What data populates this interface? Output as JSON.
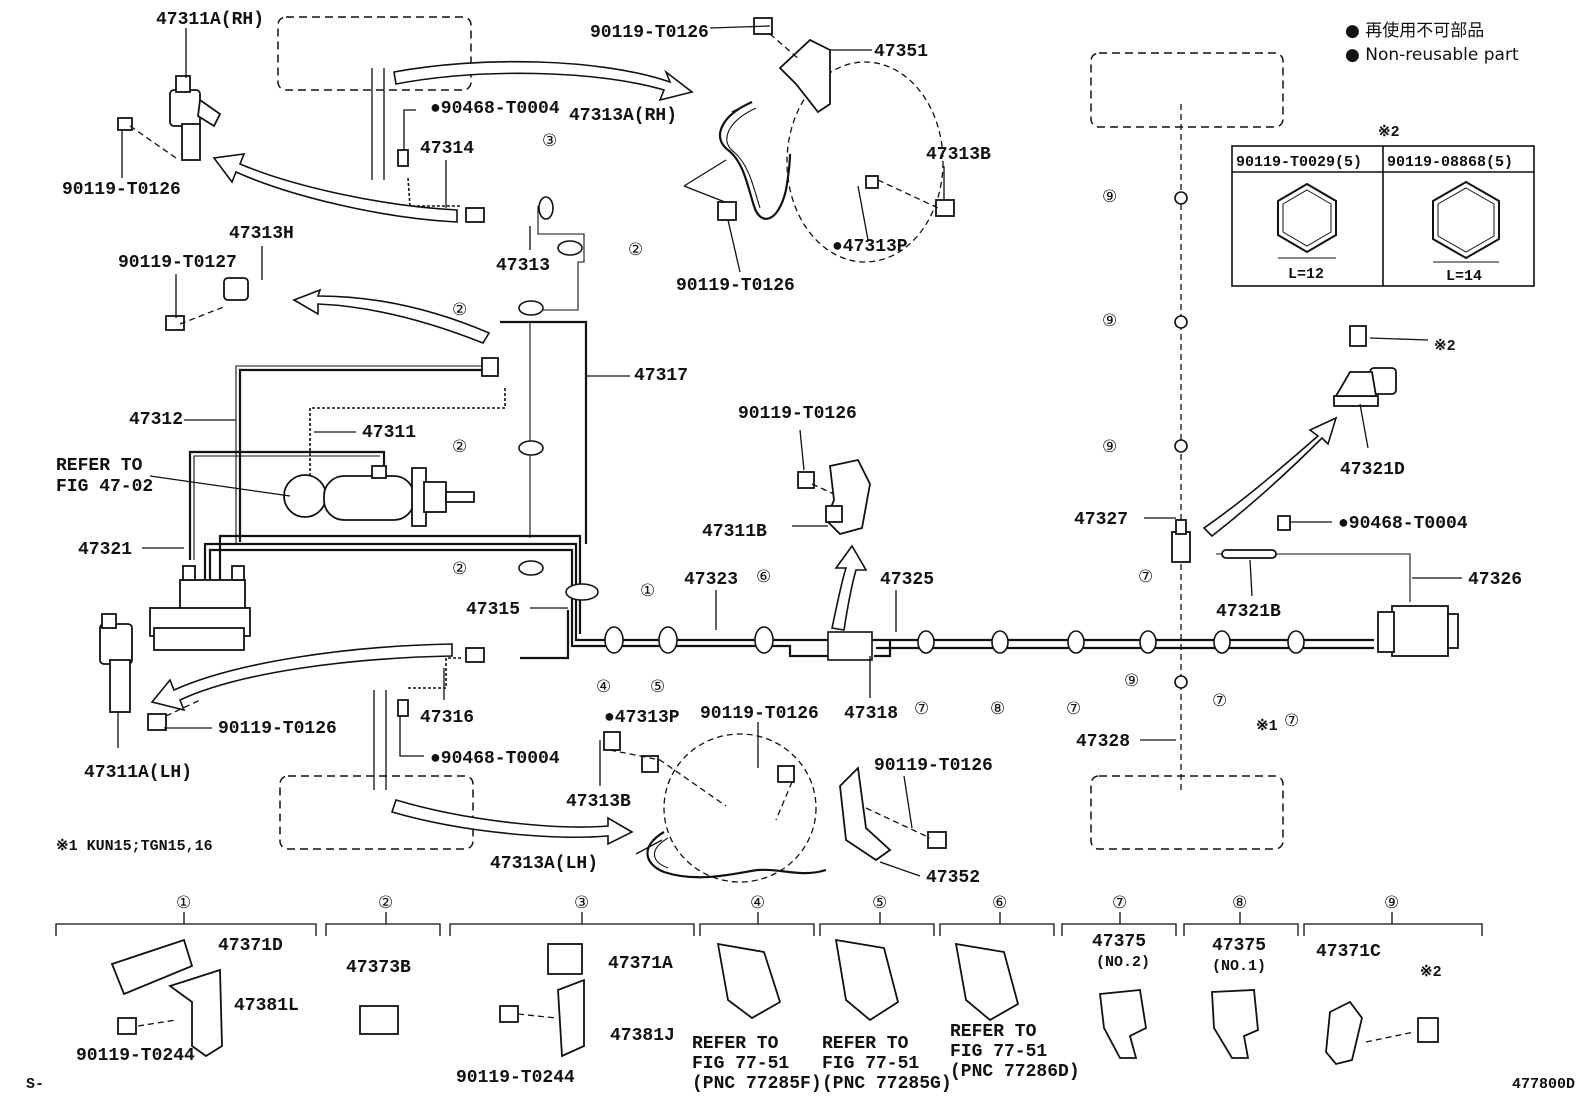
{
  "legend": {
    "non_reusable_ja": "● 再使用不可部品",
    "non_reusable_en": "● Non-reusable part"
  },
  "labels": {
    "p47311A_RH": "47311A(RH)",
    "p47311A_LH": "47311A(LH)",
    "p47313A_RH": "47313A(RH)",
    "p47313A_LH": "47313A(LH)",
    "p47351": "47351",
    "p47352": "47352",
    "p47313B_top": "47313B",
    "p47313B_bottom": "47313B",
    "p47313P_top": "●47313P",
    "p47313P_bottom": "●47313P",
    "p90468_top": "●90468-T0004",
    "p90468_mid": "●90468-T0004",
    "p90468_right": "●90468-T0004",
    "p47314": "47314",
    "p47313": "47313",
    "p47313H": "47313H",
    "p90119_T0127": "90119-T0127",
    "p47312": "47312",
    "p47311": "47311",
    "refer_fig_1": "REFER TO",
    "refer_fig_2": "FIG 47-02",
    "p47317": "47317",
    "p47321": "47321",
    "p47315": "47315",
    "p47316": "47316",
    "p47323": "47323",
    "p47325": "47325",
    "p47318": "47318",
    "p47311B": "47311B",
    "p47327": "47327",
    "p47328": "47328",
    "p47326": "47326",
    "p47321B": "47321B",
    "p47321D": "47321D",
    "t0126_1": "90119-T0126",
    "t0126_2": "90119-T0126",
    "t0126_3": "90119-T0126",
    "t0126_4": "90119-T0126",
    "t0126_5": "90119-T0126",
    "t0126_6": "90119-T0126",
    "t0126_7": "90119-T0126",
    "note_x1": "※1 KUN15;TGN15,16",
    "note_x1_mark": "※1",
    "note_x2_top": "※2",
    "note_x2_side": "※2",
    "diagram_id": "477800D",
    "s_mark": "S-"
  },
  "bolt_table": {
    "headers": [
      "90119-T0029(5)",
      "90119-08868(5)"
    ],
    "lengths": [
      "L=12",
      "L=14"
    ]
  },
  "callouts": [
    "①",
    "②",
    "③",
    "④",
    "⑤",
    "⑥",
    "⑦",
    "⑧",
    "⑨"
  ],
  "bottom": {
    "p47371D": "47371D",
    "p47381L": "47381L",
    "t0244_1": "90119-T0244",
    "p47373B": "47373B",
    "p47371A": "47371A",
    "p47381J": "47381J",
    "t0244_2": "90119-T0244",
    "refer_4": [
      "REFER TO",
      "FIG 77-51",
      "(PNC 77285F)"
    ],
    "refer_5": [
      "REFER TO",
      "FIG 77-51",
      "(PNC 77285G)"
    ],
    "refer_6": [
      "REFER TO",
      "FIG 77-51",
      "(PNC 77286D)"
    ],
    "p47375_7": "47375",
    "p47375_7_sub": "(NO.2)",
    "p47375_8": "47375",
    "p47375_8_sub": "(NO.1)",
    "p47371C": "47371C",
    "x2": "※2"
  }
}
